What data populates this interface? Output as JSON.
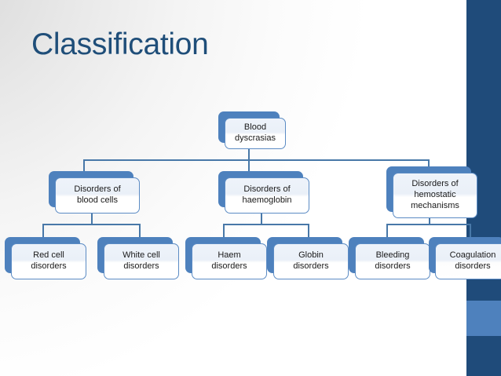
{
  "slide": {
    "title": "Classification",
    "title_color": "#1F4E79",
    "background": "white-gray-gradient",
    "accent_bar_color": "#1F4B7A",
    "accent_band_color": "#4E81BD"
  },
  "diagram": {
    "type": "hierarchy",
    "node_fill": "#EEF3FA",
    "node_border": "#5B8BC4",
    "node_shadow": "#4E81BD",
    "connector_color": "#4878A8",
    "levels": [
      {
        "level": 1,
        "nodes": [
          {
            "id": "root",
            "label": "Blood\ndyscrasias"
          }
        ]
      },
      {
        "level": 2,
        "nodes": [
          {
            "id": "cells",
            "label": "Disorders of\nblood cells",
            "parent": "root"
          },
          {
            "id": "hb",
            "label": "Disorders of\nhaemoglobin",
            "parent": "root"
          },
          {
            "id": "hemo",
            "label": "Disorders of\nhemostatic\nmechanisms",
            "parent": "root"
          }
        ]
      },
      {
        "level": 3,
        "nodes": [
          {
            "id": "red",
            "label": "Red cell\ndisorders",
            "parent": "cells"
          },
          {
            "id": "white",
            "label": "White cell\ndisorders",
            "parent": "cells"
          },
          {
            "id": "haem",
            "label": "Haem\ndisorders",
            "parent": "hb"
          },
          {
            "id": "globin",
            "label": "Globin\ndisorders",
            "parent": "hb"
          },
          {
            "id": "bleed",
            "label": "Bleeding\ndisorders",
            "parent": "hemo"
          },
          {
            "id": "coag",
            "label": "Coagulation\ndisorders",
            "parent": "hemo"
          }
        ]
      }
    ]
  }
}
